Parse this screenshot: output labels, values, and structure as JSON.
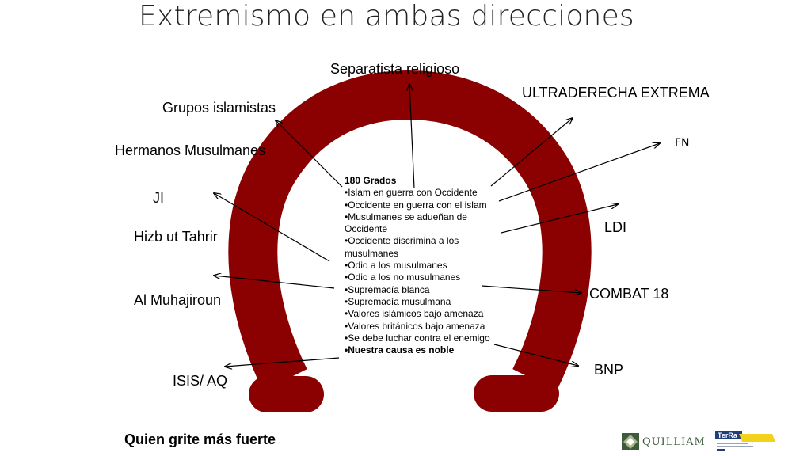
{
  "title": "Extremismo en ambas direcciones",
  "colors": {
    "horseshoe": "#8b0000",
    "arrow": "#000000",
    "text": "#000000"
  },
  "left_labels": [
    "Grupos islamistas",
    "Hermanos Musulmanes",
    "JI",
    "Hizb ut Tahrir",
    "Al Muhajiroun",
    "ISIS/ AQ"
  ],
  "top_label": "Separatista religioso",
  "right_labels": [
    "ULTRADERECHA EXTREMA",
    "FN",
    "LDI",
    "COMBAT 18",
    "BNP"
  ],
  "center": {
    "heading": "180 Grados",
    "items": [
      "•Islam en guerra con Occidente",
      "•Occidente en guerra con el islam",
      "•Musulmanes se adueñan de Occidente",
      "•Occidente discrimina a los musulmanes",
      "•Odio a los musulmanes",
      "•Odio a los no musulmanes",
      "•Supremacía blanca",
      "•Supremacía musulmana",
      "•Valores islámicos bajo amenaza",
      "•Valores británicos bajo amenaza",
      "•Se debe luchar contra el enemigo",
      "•Nuestra causa es noble"
    ]
  },
  "footer": "Quien grite más fuerte",
  "logos": {
    "quilliam": "QUILLIAM",
    "terra": "TerRa"
  }
}
